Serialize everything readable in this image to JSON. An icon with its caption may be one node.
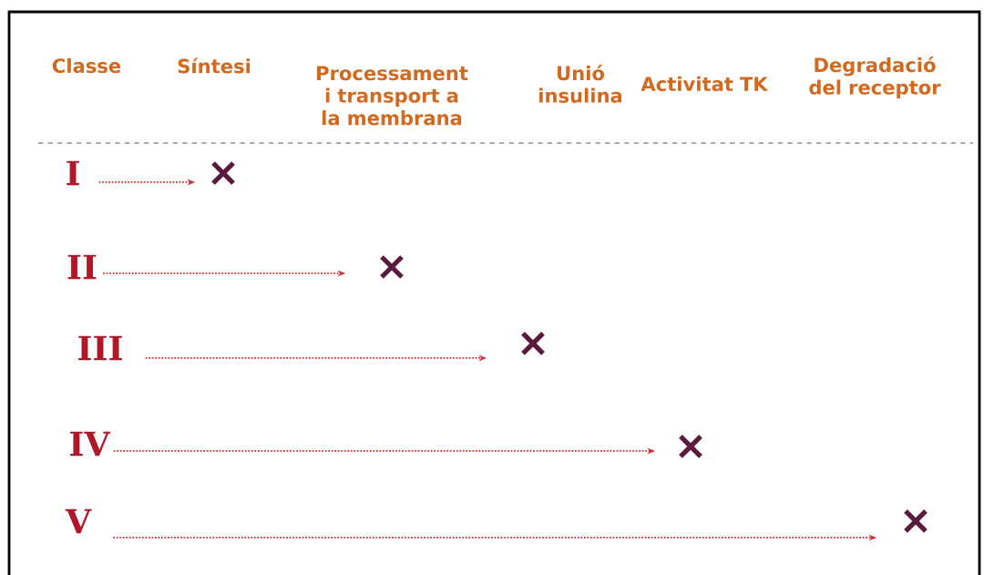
{
  "diagram": {
    "nodes": [
      {
        "text": [
          "I"
        ]
      },
      {
        "text": [
          "II"
        ]
      },
      {
        "text": [
          "III"
        ]
      },
      {
        "text": [
          "IV"
        ]
      },
      {
        "text": [
          "V"
        ]
      },
      {
        "text": [],
        "shape": "cross"
      },
      {
        "text": [],
        "shape": "cross"
      },
      {
        "text": [],
        "shape": "cross"
      },
      {
        "text": [],
        "shape": "cross"
      },
      {
        "text": [],
        "shape": "cross"
      }
    ],
    "edges": [
      {
        "from": 0,
        "to": 5,
        "arrow": "to",
        "style": "dashed"
      },
      {
        "from": 1,
        "to": 6,
        "arrow": "to",
        "style": "dashed"
      },
      {
        "from": 2,
        "to": 7,
        "arrow": "to",
        "style": "dashed"
      },
      {
        "from": 3,
        "to": 8,
        "arrow": "to",
        "style": "dashed"
      },
      {
        "from": 4,
        "to": 9,
        "arrow": "to",
        "style": "dashed"
      }
    ],
    "labels": [
      "Classe",
      "Síntesi",
      "Processament i transport a la membrana",
      "Unió insulina",
      "Activitat TK",
      "Degradació del receptor"
    ]
  }
}
